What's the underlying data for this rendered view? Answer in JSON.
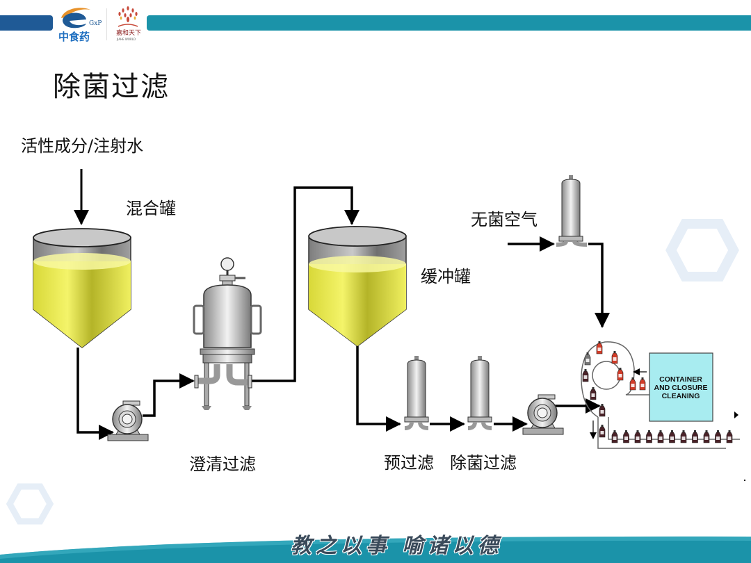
{
  "header": {
    "logo_left": {
      "brand": "中食药",
      "tag": "GxP"
    },
    "logo_right": {
      "brand": "嘉和天下",
      "sub": "JIAHE WORLD"
    },
    "colors": {
      "bar_left": "#1f5a96",
      "bar_right": "#1b93a9"
    }
  },
  "slide": {
    "title": "除菌过滤",
    "footer_motto": "教之以事 喻诸以德"
  },
  "diagram": {
    "labels": {
      "input": "活性成分/注射水",
      "mixing_tank": "混合罐",
      "clarification": "澄清过滤",
      "buffer_tank": "缓冲罐",
      "sterile_air": "无菌空气",
      "prefilter": "预过滤",
      "sterile_filter": "除菌过滤",
      "cleaning_box_line1": "CONTAINER",
      "cleaning_box_line2": "AND CLOSURE",
      "cleaning_box_line3": "CLEANING"
    },
    "colors": {
      "liquid": "#f2f25a",
      "tank_gray": "#9a9a9a",
      "cleaning_box": "#a8ecf0",
      "bottle_red": "#d23c28",
      "bottle_dark": "#4a2228",
      "hexagon": "#e6eef7"
    }
  }
}
